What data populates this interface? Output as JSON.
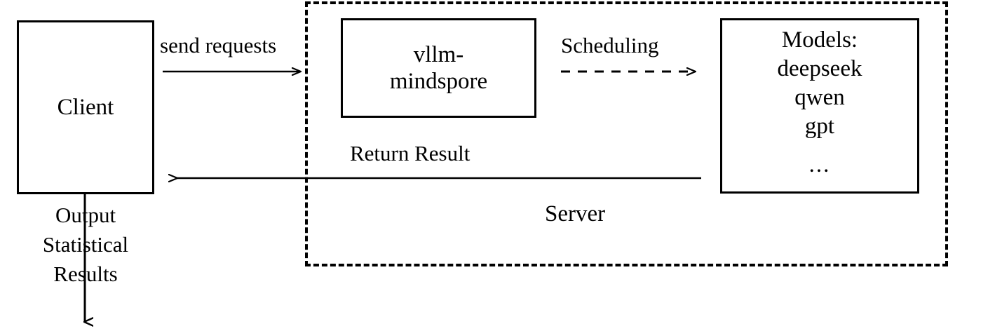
{
  "diagram": {
    "title": "Client-Server inference architecture",
    "stroke_color": "#000000",
    "background_color": "#ffffff"
  },
  "nodes": {
    "client": {
      "label": "Client",
      "style": "solid"
    },
    "server": {
      "label": "Server",
      "style": "dashed"
    },
    "vllm": {
      "label_line1": "vllm-",
      "label_line2": "mindspore",
      "style": "solid"
    },
    "models": {
      "heading": "Models:",
      "items": [
        "deepseek",
        "qwen",
        "gpt"
      ],
      "ellipsis": "...",
      "style": "solid"
    }
  },
  "edges": {
    "send_requests": {
      "label": "send requests",
      "from": "client",
      "to": "server",
      "style": "solid",
      "direction": "right"
    },
    "scheduling": {
      "label": "Scheduling",
      "from": "vllm",
      "to": "models",
      "style": "dashed",
      "direction": "right"
    },
    "return_result": {
      "label": "Return Result",
      "from": "models",
      "to": "client",
      "style": "solid",
      "direction": "left"
    },
    "output_statistical_results": {
      "label_line1": "Output",
      "label_line2": "Statistical",
      "label_line3": "Results",
      "from": "client",
      "to": "",
      "style": "solid",
      "direction": "down"
    }
  }
}
